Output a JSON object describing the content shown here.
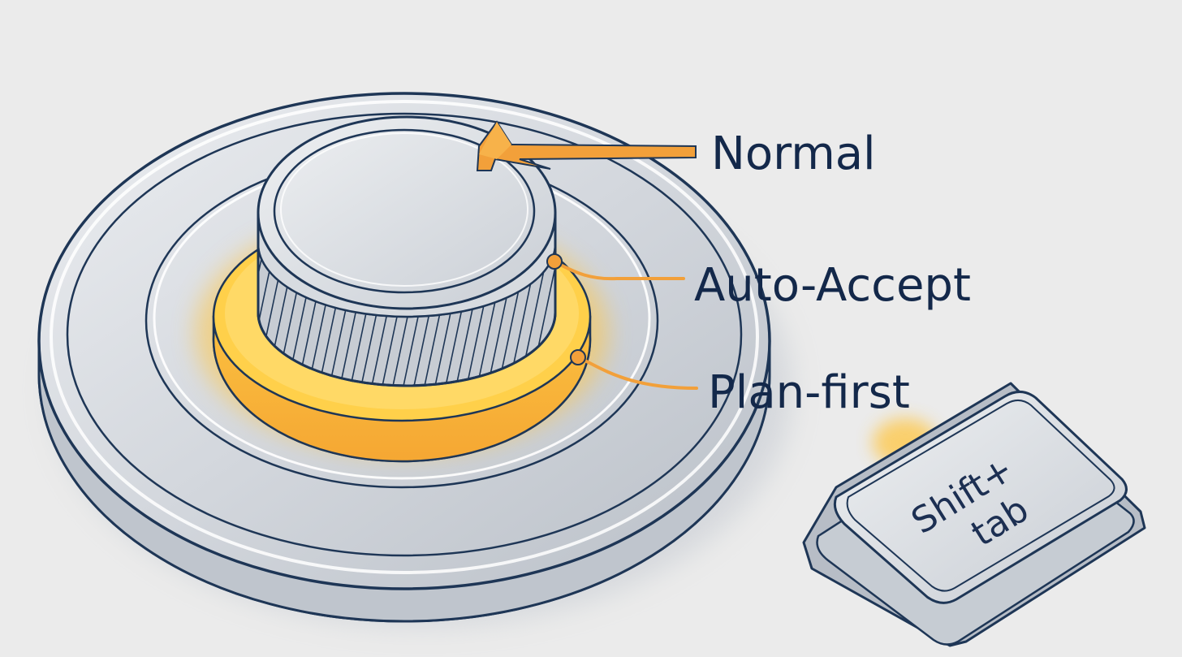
{
  "diagram": {
    "modes": [
      {
        "id": "normal",
        "label": "Normal"
      },
      {
        "id": "auto-accept",
        "label": "Auto-Accept"
      },
      {
        "id": "plan-first",
        "label": "Plan-first"
      }
    ],
    "key": {
      "line1": "Shift+",
      "line2": "tab"
    },
    "colors": {
      "background": "#ebebeb",
      "outline": "#1e3656",
      "metal": "#d4d8de",
      "metal_light": "#e9ebee",
      "accent": "#f2a03a",
      "glow": "#ffc642",
      "text": "#13284a"
    }
  }
}
